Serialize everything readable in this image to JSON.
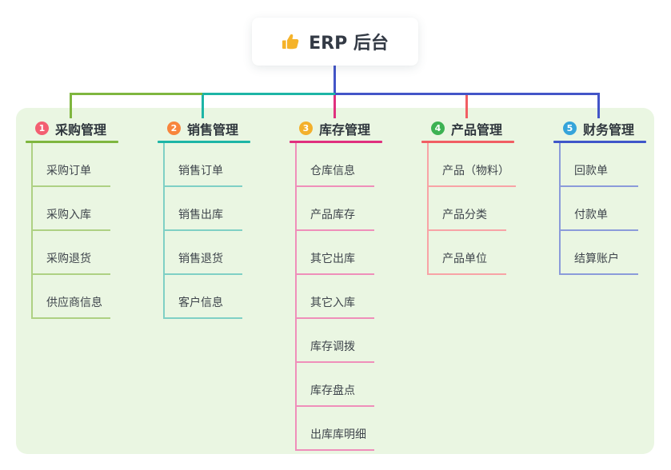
{
  "root": {
    "label": "ERP 后台",
    "icon": "thumbs-up-icon"
  },
  "colors": {
    "page_background": "#ffffff",
    "panel_background": "#eaf6e2",
    "root_text": "#333a45",
    "header_text": "#2f363d",
    "child_text": "#3f454c",
    "thumb_gold": "#f5b32a"
  },
  "connectors": {
    "root_stem": "#4355c8",
    "left_segment": "#7fb63f",
    "mid_segment": "#1db5a6",
    "right_segment": "#4355c8",
    "drop_1": "#7fb63f",
    "drop_2": "#1db5a6",
    "drop_3": "#e0307e",
    "drop_4": "#f15e63",
    "drop_5": "#4355c8"
  },
  "branches": [
    {
      "number": "1",
      "label": "采购管理",
      "colors": {
        "badge": "#f35f71",
        "line": "#7fb63f",
        "child_line": "#aed183"
      },
      "children": [
        "采购订单",
        "采购入库",
        "采购退货",
        "供应商信息"
      ]
    },
    {
      "number": "2",
      "label": "销售管理",
      "colors": {
        "badge": "#f8853c",
        "line": "#1db5a6",
        "child_line": "#7fd0c5"
      },
      "children": [
        "销售订单",
        "销售出库",
        "销售退货",
        "客户信息"
      ]
    },
    {
      "number": "3",
      "label": "库存管理",
      "colors": {
        "badge": "#f3b02c",
        "line": "#e0307e",
        "child_line": "#ef8fba"
      },
      "children": [
        "仓库信息",
        "产品库存",
        "其它出库",
        "其它入库",
        "库存调拨",
        "库存盘点",
        "出库库明细"
      ]
    },
    {
      "number": "4",
      "label": "产品管理",
      "colors": {
        "badge": "#3db253",
        "line": "#f15e63",
        "child_line": "#f8a3a6"
      },
      "children": [
        "产品（物料）",
        "产品分类",
        "产品单位"
      ]
    },
    {
      "number": "5",
      "label": "财务管理",
      "colors": {
        "badge": "#35a4da",
        "line": "#3f56c9",
        "child_line": "#8b9bda"
      },
      "children": [
        "回款单",
        "付款单",
        "结算账户"
      ]
    }
  ]
}
